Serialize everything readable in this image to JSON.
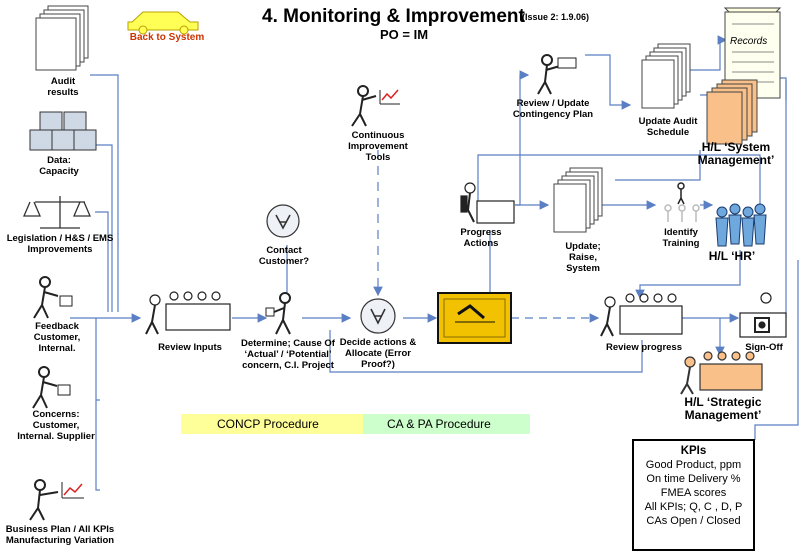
{
  "header": {
    "title": "4. Monitoring & Improvement",
    "issue": "(Issue 2: 1.9.06)",
    "subtitle": "PO = IM",
    "back_label": "Back to System"
  },
  "inputs": {
    "audit": "Audit results",
    "data": "Data: Capacity",
    "legislation": "Legislation / H&S / EMS Improvements",
    "feedback": "Feedback Customer, Internal.",
    "concerns": "Concerns: Customer, Internal. Supplier",
    "business": "Business Plan / All KPIs Manufacturing Variation"
  },
  "process": {
    "review_inputs": "Review Inputs",
    "contact": "Contact Customer?",
    "determine": "Determine; Cause Of ‘Actual’ / ‘Potential’ concern, C.I. Project",
    "ci_tools": "Continuous Improvement Tools",
    "decide": "Decide actions & Allocate (Error Proof?)",
    "contingency": "Review / Update Contingency Plan",
    "progress_actions": "Progress Actions",
    "update_raise": "Update; Raise, System",
    "identify_training": "Identify Training",
    "update_audit": "Update Audit Schedule",
    "records": "Records",
    "hl_system": "H/L ‘System Management’",
    "hl_hr": "H/L ‘HR’",
    "review_progress": "Review progress",
    "signoff": "Sign-Off",
    "hl_strategic": "H/L ‘Strategic Management’"
  },
  "procedures": {
    "concp": "CONCP  Procedure",
    "capa": "CA & PA Procedure"
  },
  "kpis": {
    "title": "KPIs",
    "items": [
      "Good Product, ppm",
      "On time Delivery %",
      "FMEA scores",
      "All KPIs; Q, C , D, P",
      "CAs Open / Closed"
    ]
  },
  "colors": {
    "line": "#5b7fc4",
    "concp_bg": "#ffff99",
    "capa_bg": "#ccffcc",
    "back": "#cc3300",
    "car": "#ffff55",
    "cert": "#f2c200",
    "hl_doc": "#f9c08a"
  }
}
